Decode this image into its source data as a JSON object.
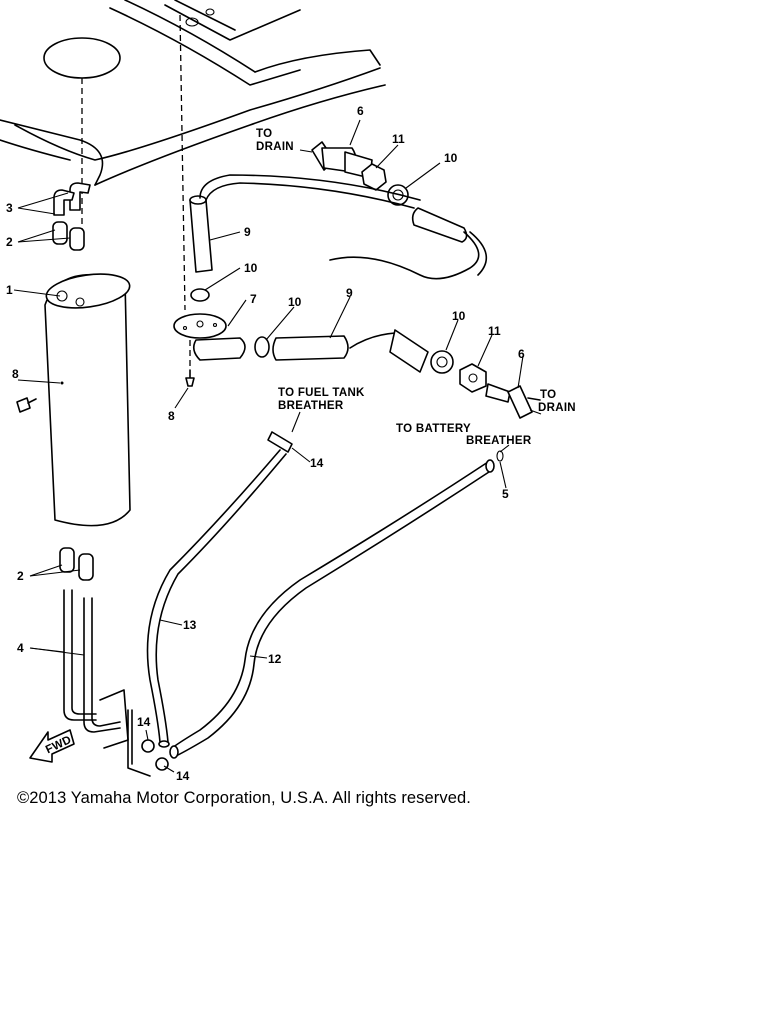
{
  "callouts": {
    "c1": "1",
    "c2a": "2",
    "c2b": "2",
    "c3": "3",
    "c4": "4",
    "c5": "5",
    "c6a": "6",
    "c6b": "6",
    "c7": "7",
    "c8a": "8",
    "c8b": "8",
    "c9a": "9",
    "c9b": "9",
    "c10a": "10",
    "c10b": "10",
    "c10c": "10",
    "c10d": "10",
    "c11a": "11",
    "c11b": "11",
    "c12": "12",
    "c13": "13",
    "c14a": "14",
    "c14b": "14",
    "c14c": "14"
  },
  "notes": {
    "to_drain_top_1": "TO",
    "to_drain_top_2": "DRAIN",
    "to_drain_right_1": "TO",
    "to_drain_right_2": "DRAIN",
    "fuel_tank_breather_1": "TO FUEL TANK",
    "fuel_tank_breather_2": "BREATHER",
    "battery_breather_1": "TO BATTERY",
    "battery_breather_2": "BREATHER",
    "fwd": "FWD"
  },
  "copyright": "©2013 Yamaha Motor Corporation, U.S.A. All rights reserved."
}
